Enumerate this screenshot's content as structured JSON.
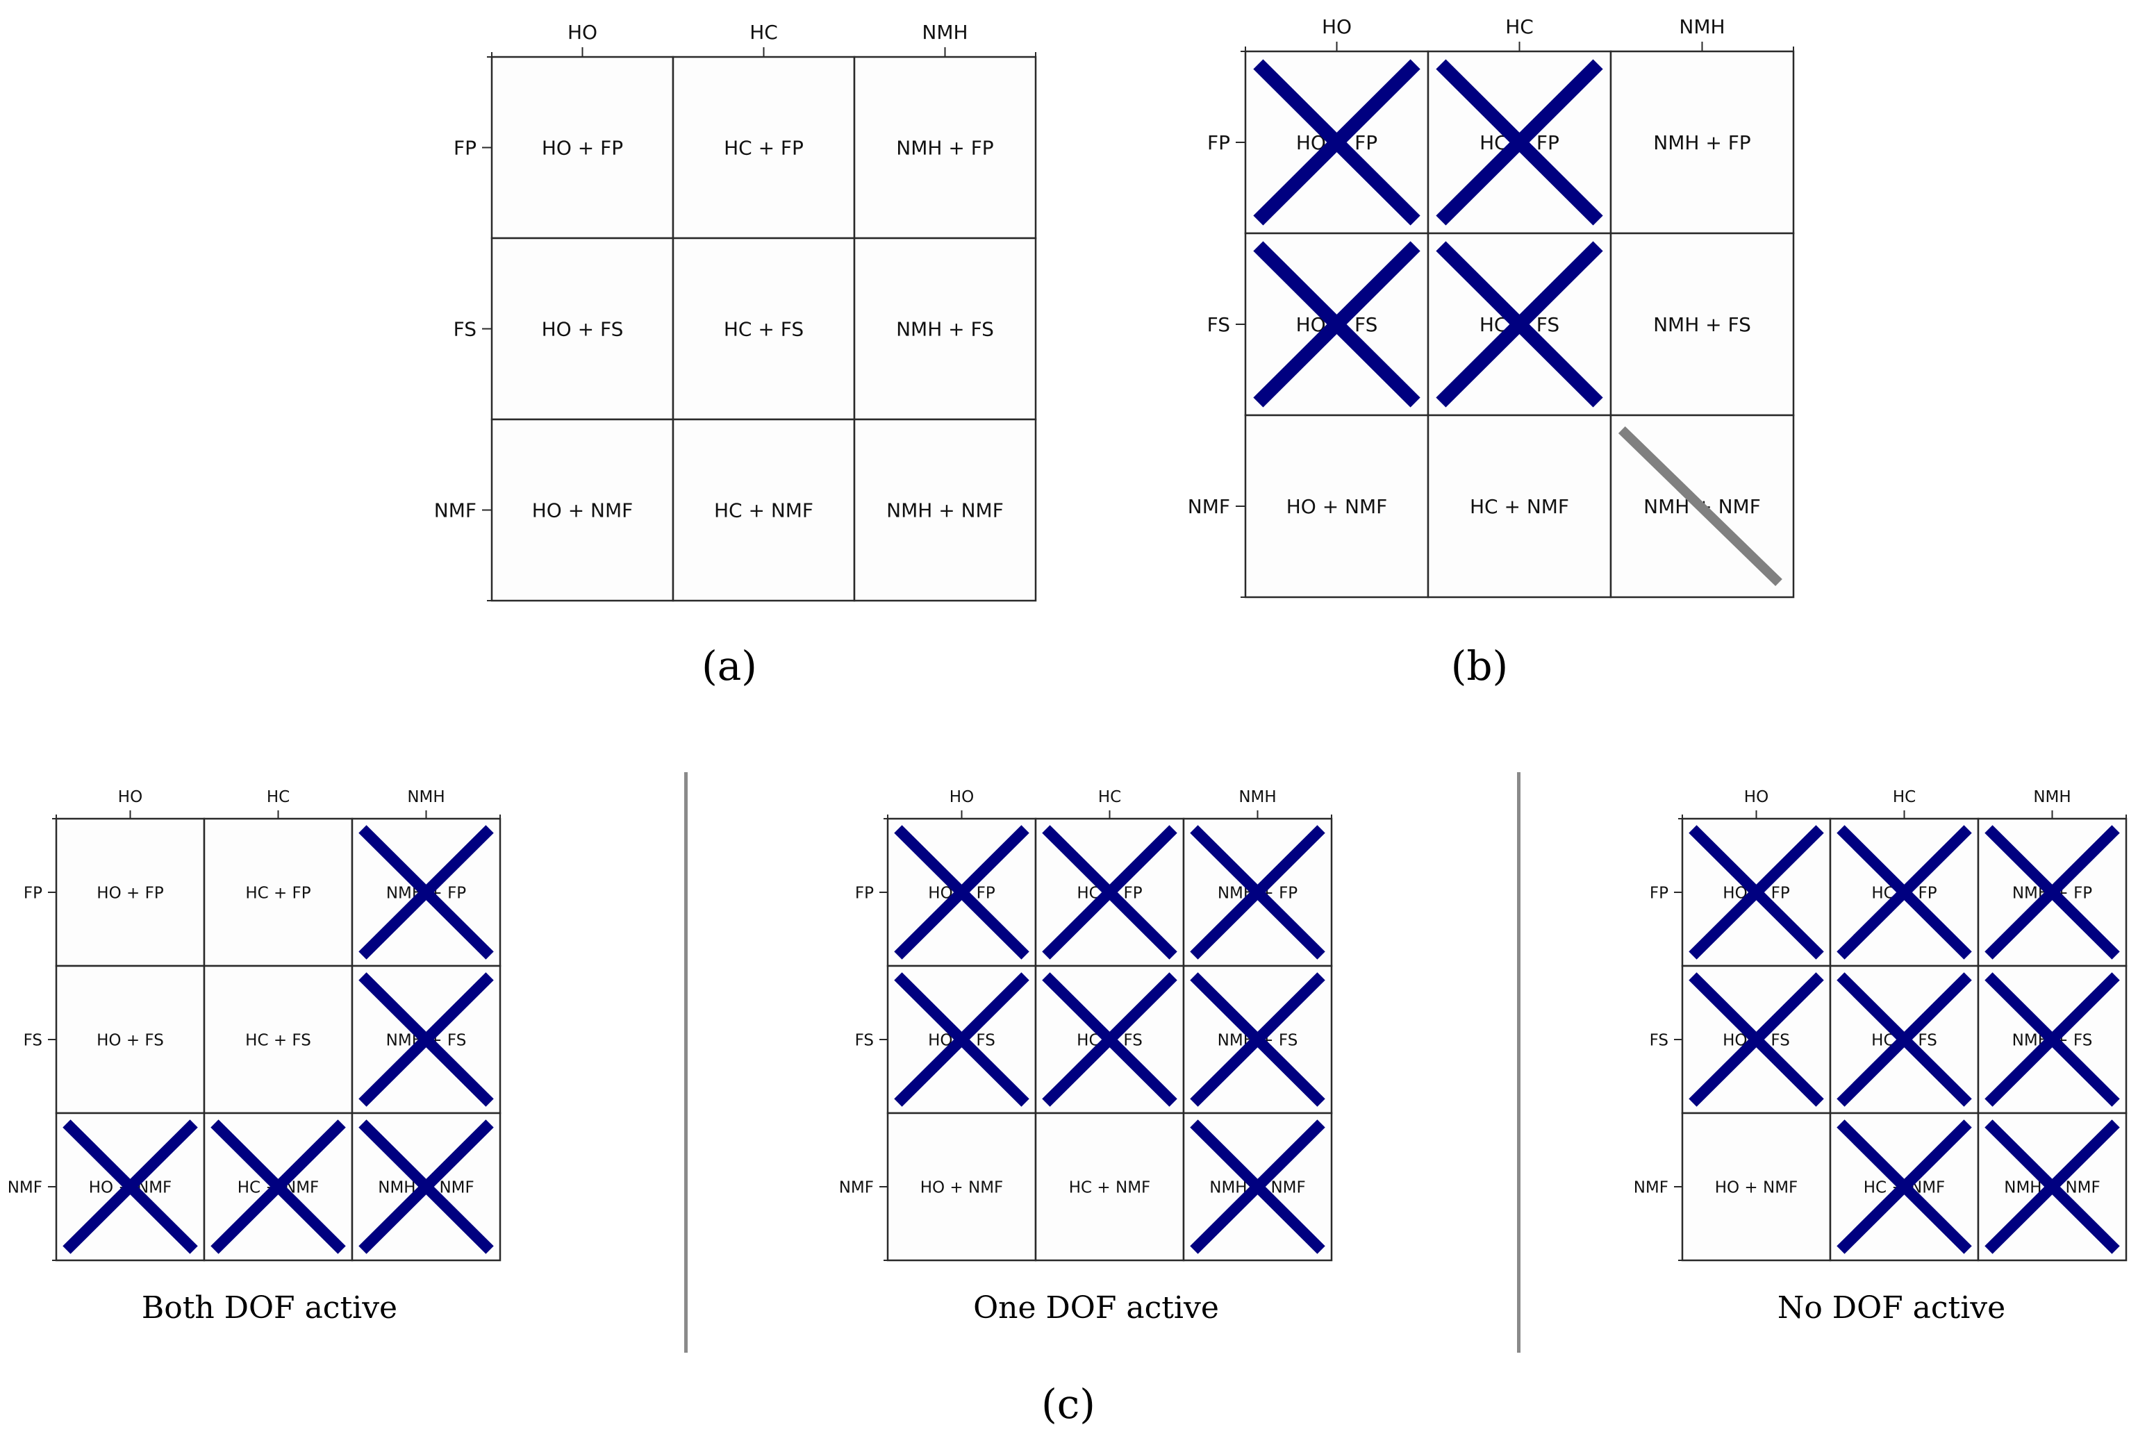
{
  "columns": [
    "HO",
    "HC",
    "NMH"
  ],
  "rows": [
    "FP",
    "FS",
    "NMF"
  ],
  "cells": [
    [
      "HO + FP",
      "HC + FP",
      "NMH + FP"
    ],
    [
      "HO + FS",
      "HC + FS",
      "NMH + FS"
    ],
    [
      "HO + NMF",
      "HC + NMF",
      "NMH + NMF"
    ]
  ],
  "colors": {
    "cross": "#000080",
    "diagonal": "#808080",
    "grid": "#2a2a2a",
    "cell_fill": "#fdfdfd",
    "separator": "#8a8a8a"
  },
  "panels": [
    {
      "id": "a",
      "label": "(a)",
      "caption": "",
      "crossed": [
        [
          false,
          false,
          false
        ],
        [
          false,
          false,
          false
        ],
        [
          false,
          false,
          false
        ]
      ],
      "diagonal_cells": []
    },
    {
      "id": "b",
      "label": "(b)",
      "caption": "",
      "crossed": [
        [
          true,
          true,
          false
        ],
        [
          true,
          true,
          false
        ],
        [
          false,
          false,
          false
        ]
      ],
      "diagonal_cells": [
        [
          2,
          2
        ]
      ]
    },
    {
      "id": "c1",
      "label": "",
      "caption": "Both DOF active",
      "crossed": [
        [
          false,
          false,
          true
        ],
        [
          false,
          false,
          true
        ],
        [
          true,
          true,
          true
        ]
      ],
      "diagonal_cells": []
    },
    {
      "id": "c2",
      "label": "",
      "caption": "One DOF active",
      "crossed": [
        [
          true,
          true,
          true
        ],
        [
          true,
          true,
          true
        ],
        [
          false,
          false,
          true
        ]
      ],
      "diagonal_cells": []
    },
    {
      "id": "c3",
      "label": "",
      "caption": "No DOF active",
      "crossed": [
        [
          true,
          true,
          true
        ],
        [
          true,
          true,
          true
        ],
        [
          false,
          true,
          true
        ]
      ],
      "diagonal_cells": []
    }
  ],
  "group_label": "(c)"
}
